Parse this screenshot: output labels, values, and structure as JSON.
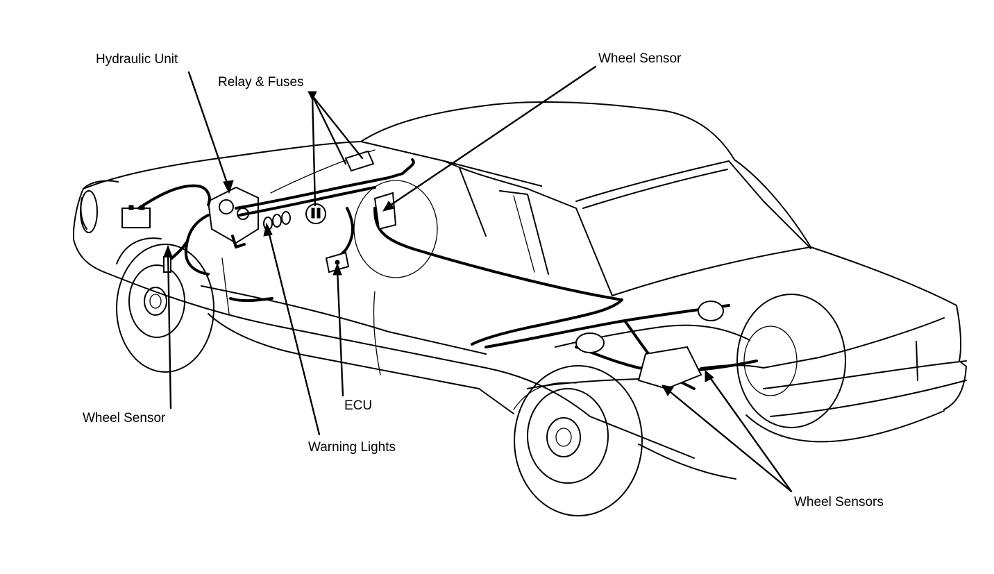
{
  "labels": {
    "hydraulic_unit": "Hydraulic Unit",
    "relay_fuses": "Relay & Fuses",
    "wheel_sensor_top": "Wheel Sensor",
    "wheel_sensor_left": "Wheel Sensor",
    "ecu": "ECU",
    "warning_lights": "Warning Lights",
    "wheel_sensors": "Wheel Sensors"
  },
  "colors": {
    "ink": "#000000",
    "paper": "#ffffff"
  }
}
